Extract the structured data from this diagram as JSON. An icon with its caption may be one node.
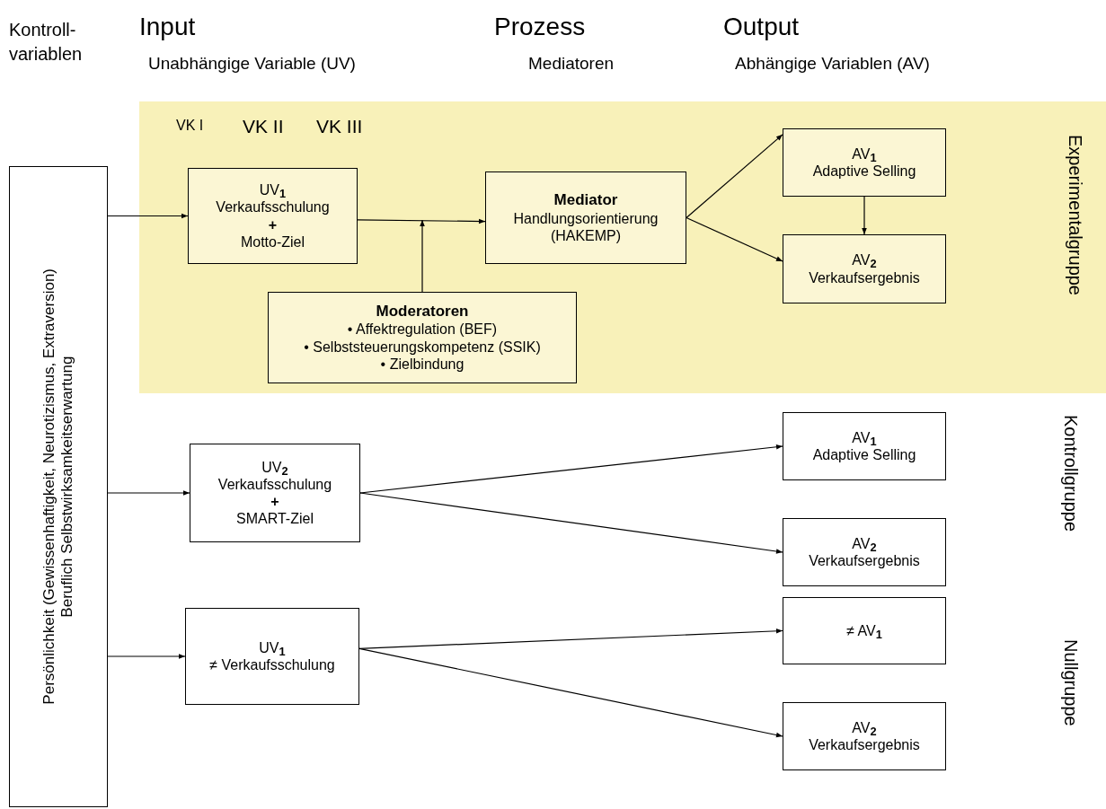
{
  "diagram": {
    "nodes": [
      {
        "text": [
          "Experimentalgruppe"
        ]
      },
      {
        "text": [
          "Persönlichkeit (Gewissenhaftigkeit, Neurotizismus, Extraversion)",
          "Beruflich Selbstwirksamkeitserwartung"
        ]
      },
      {
        "text": [
          "UV$_{1}$",
          "Verkaufsschulung",
          "+",
          "Motto-Ziel"
        ],
        "in": 0
      },
      {
        "text": [
          "Mediator",
          "Handlungsorientierung (HAKEMP)"
        ],
        "in": 0
      },
      {
        "text": [
          "Moderatoren",
          "• Affektregulation (BEF)",
          "• Selbststeuerungskompetenz (SSIK)",
          "• Zielbindung"
        ],
        "in": 0
      },
      {
        "text": [
          "AV$_{1}$",
          "Adaptive Selling"
        ],
        "in": 0
      },
      {
        "text": [
          "AV$_{2}$",
          "Verkaufsergebnis"
        ],
        "in": 0
      },
      {
        "text": [
          "UV$_{2}$",
          "Verkaufsschulung",
          "+",
          "SMART-Ziel"
        ]
      },
      {
        "text": [
          "AV$_{1}$",
          "Adaptive Selling"
        ]
      },
      {
        "text": [
          "AV$_{2}$",
          "Verkaufsergebnis"
        ]
      },
      {
        "text": [
          "UV$_{1}$",
          "≠ Verkaufsschulung"
        ]
      },
      {
        "text": [
          "≠ AV$_{1}$"
        ]
      },
      {
        "text": [
          "AV$_{2}$",
          "Verkaufsergebnis"
        ]
      }
    ],
    "edges": [
      {
        "from": 1,
        "to": 2,
        "arrow": "to"
      },
      {
        "from": 2,
        "to": 3,
        "arrow": "to"
      },
      {
        "from": 4,
        "to": null,
        "arrow": "to"
      },
      {
        "from": 3,
        "to": 5,
        "arrow": "to"
      },
      {
        "from": 3,
        "to": 6,
        "arrow": "to"
      },
      {
        "from": 5,
        "to": 6,
        "arrow": "to"
      },
      {
        "from": 1,
        "to": 7,
        "arrow": "to"
      },
      {
        "from": 7,
        "to": 8,
        "arrow": "to"
      },
      {
        "from": 7,
        "to": 9,
        "arrow": "to"
      },
      {
        "from": 1,
        "to": 10,
        "arrow": "to"
      },
      {
        "from": 10,
        "to": 11,
        "arrow": "to"
      },
      {
        "from": 10,
        "to": 12,
        "arrow": "to"
      }
    ],
    "labels": [
      "Kontroll- variablen",
      "Input",
      "Unabhängige Variable (UV)",
      "Prozess",
      "Mediatoren",
      "Output",
      "Abhängige Variablen (AV)",
      "VK I",
      "VK II",
      "VK III",
      "Kontrollgruppe",
      "Nullgruppe"
    ]
  }
}
